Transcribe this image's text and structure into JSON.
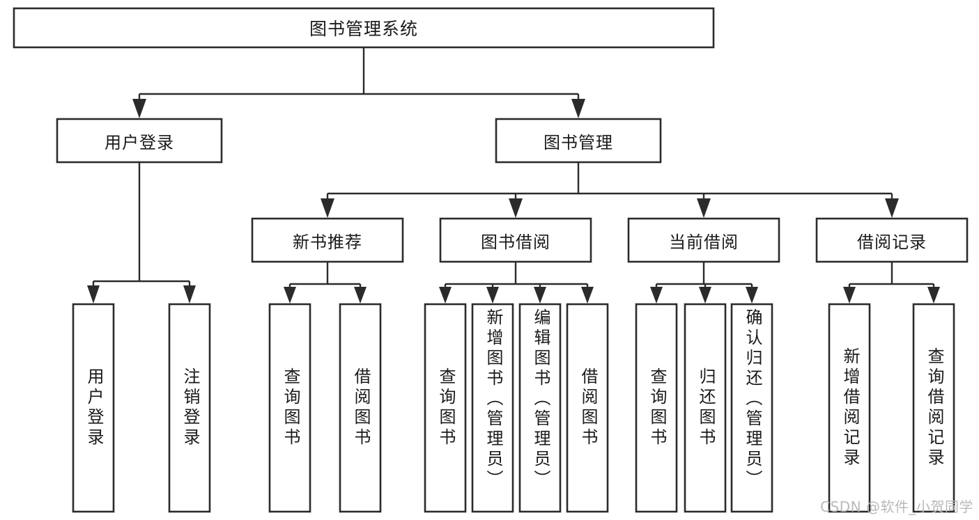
{
  "diagram": {
    "type": "tree-hierarchy",
    "title": "图书管理系统",
    "watermark": "CSDN @软件_小贺同学",
    "colors": {
      "box_stroke": "#2b2b2b",
      "box_fill": "#ffffff",
      "connector": "#2b2b2b",
      "text": "#1a1a1a",
      "background": "#ffffff",
      "watermark": "#b9b9b9"
    },
    "root": {
      "label": "图书管理系统",
      "orientation": "horizontal"
    },
    "level1": [
      {
        "label": "用户登录",
        "orientation": "horizontal"
      },
      {
        "label": "图书管理",
        "orientation": "horizontal"
      }
    ],
    "level2": [
      {
        "label": "新书推荐",
        "orientation": "horizontal",
        "parent": "图书管理"
      },
      {
        "label": "图书借阅",
        "orientation": "horizontal",
        "parent": "图书管理"
      },
      {
        "label": "当前借阅",
        "orientation": "horizontal",
        "parent": "图书管理"
      },
      {
        "label": "借阅记录",
        "orientation": "horizontal",
        "parent": "图书管理"
      }
    ],
    "leaves": [
      {
        "label": "用户登录",
        "parent": "用户登录",
        "orientation": "vertical"
      },
      {
        "label": "注销登录",
        "parent": "用户登录",
        "orientation": "vertical"
      },
      {
        "label": "查询图书",
        "parent": "新书推荐",
        "orientation": "vertical"
      },
      {
        "label": "借阅图书",
        "parent": "新书推荐",
        "orientation": "vertical"
      },
      {
        "label": "查询图书",
        "parent": "图书借阅",
        "orientation": "vertical"
      },
      {
        "label": "新增图书（管理员）",
        "parent": "图书借阅",
        "orientation": "vertical"
      },
      {
        "label": "编辑图书（管理员）",
        "parent": "图书借阅",
        "orientation": "vertical"
      },
      {
        "label": "借阅图书",
        "parent": "图书借阅",
        "orientation": "vertical"
      },
      {
        "label": "查询图书",
        "parent": "当前借阅",
        "orientation": "vertical"
      },
      {
        "label": "归还图书",
        "parent": "当前借阅",
        "orientation": "vertical"
      },
      {
        "label": "确认归还（管理员）",
        "parent": "当前借阅",
        "orientation": "vertical"
      },
      {
        "label": "新增借阅记录",
        "parent": "借阅记录",
        "orientation": "vertical"
      },
      {
        "label": "查询借阅记录",
        "parent": "借阅记录",
        "orientation": "vertical"
      }
    ]
  }
}
